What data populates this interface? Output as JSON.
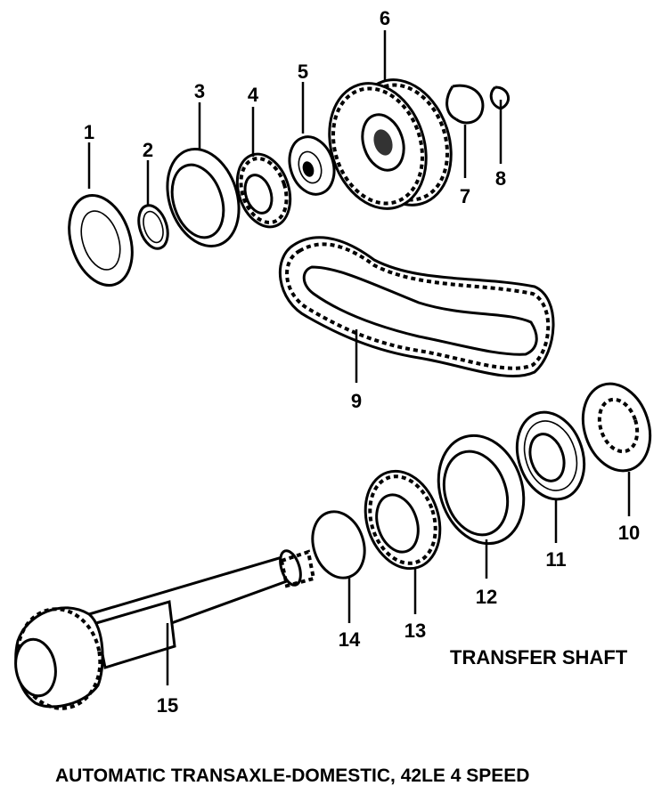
{
  "diagram": {
    "title": "TRANSFER SHAFT",
    "caption": "AUTOMATIC TRANSAXLE-DOMESTIC, 42LE 4 SPEED",
    "callouts": {
      "c1": "1",
      "c2": "2",
      "c3": "3",
      "c4": "4",
      "c5": "5",
      "c6": "6",
      "c7": "7",
      "c8": "8",
      "c9": "9",
      "c10": "10",
      "c11": "11",
      "c12": "12",
      "c13": "13",
      "c14": "14",
      "c15": "15"
    }
  }
}
